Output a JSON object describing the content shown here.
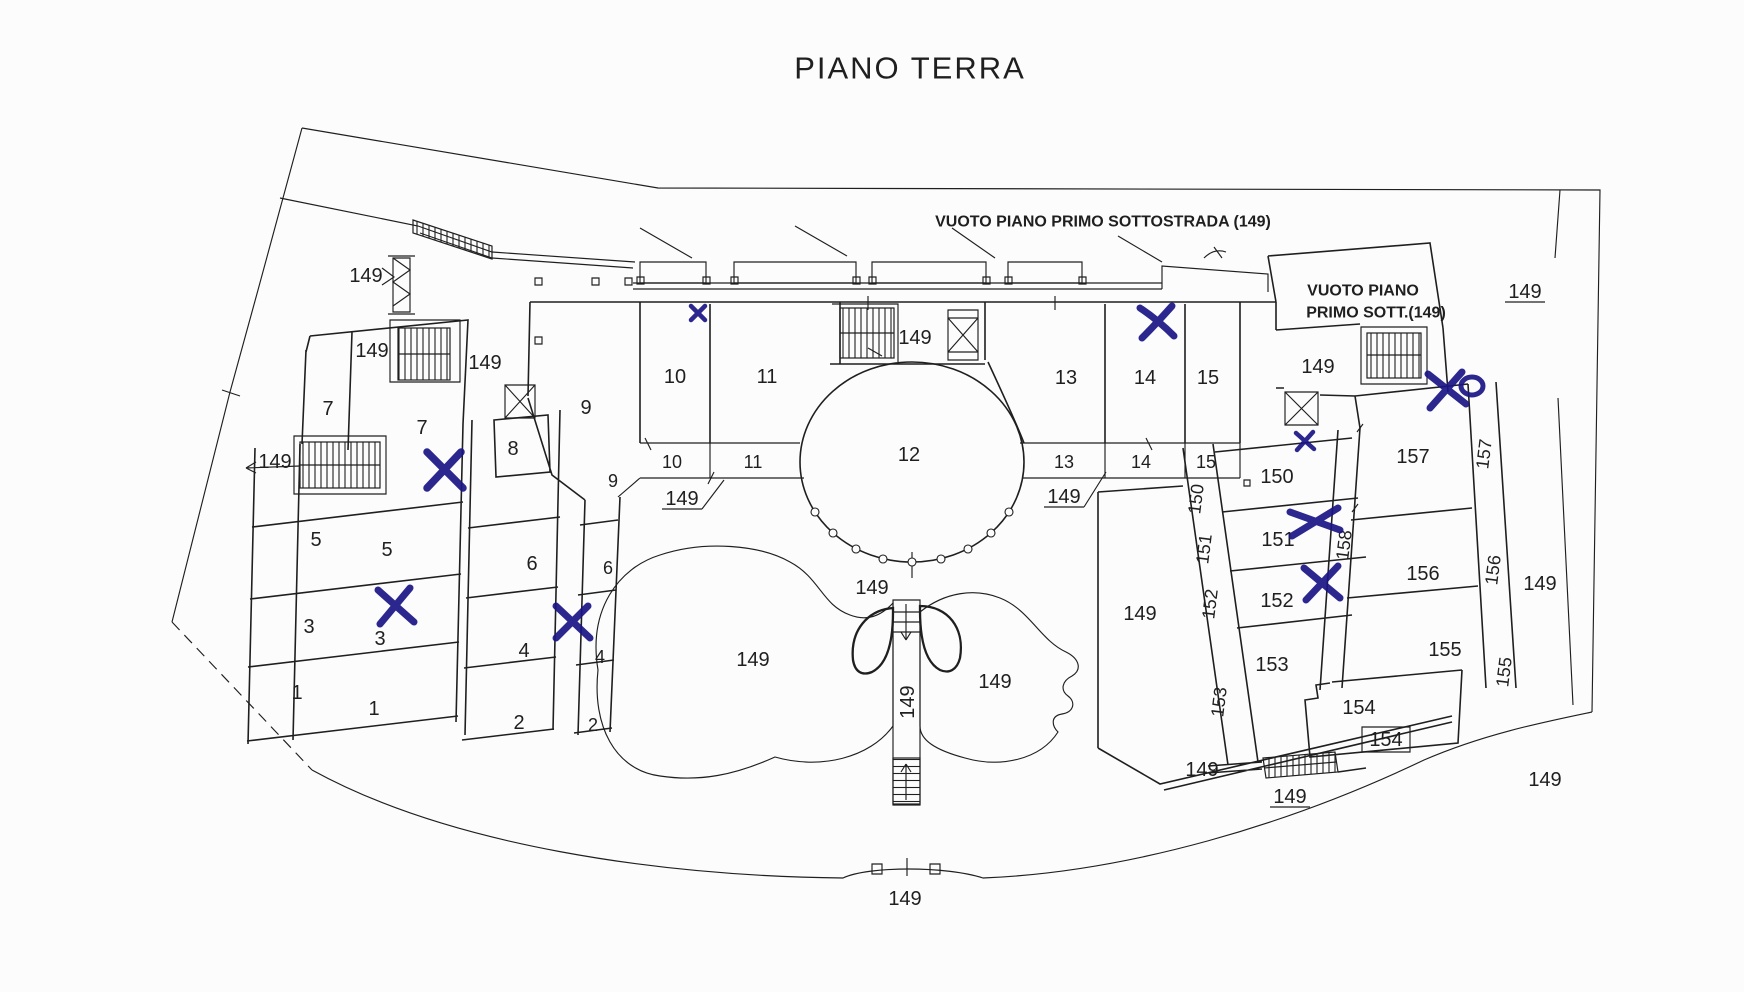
{
  "title": "PIANO TERRA",
  "annotations": {
    "vuoto_top": "VUOTO PIANO PRIMO SOTTOSTRADA (149)",
    "vuoto_right_1": "VUOTO PIANO",
    "vuoto_right_2": "PRIMO SOTT.(149)"
  },
  "rooms": {
    "n1": "1",
    "n2": "2",
    "n3": "3",
    "n4": "4",
    "n5": "5",
    "n6": "6",
    "n7": "7",
    "n8": "8",
    "n9": "9",
    "n10": "10",
    "n11": "11",
    "n12": "12",
    "n13": "13",
    "n14": "14",
    "n15": "15",
    "n149": "149",
    "n150": "150",
    "n151": "151",
    "n152": "152",
    "n153": "153",
    "n154": "154",
    "n155": "155",
    "n156": "156",
    "n157": "157",
    "n158": "158"
  },
  "colors": {
    "ink": "#1f1f1f",
    "pen": "#1a1585",
    "paper": "#fcfcfc"
  }
}
